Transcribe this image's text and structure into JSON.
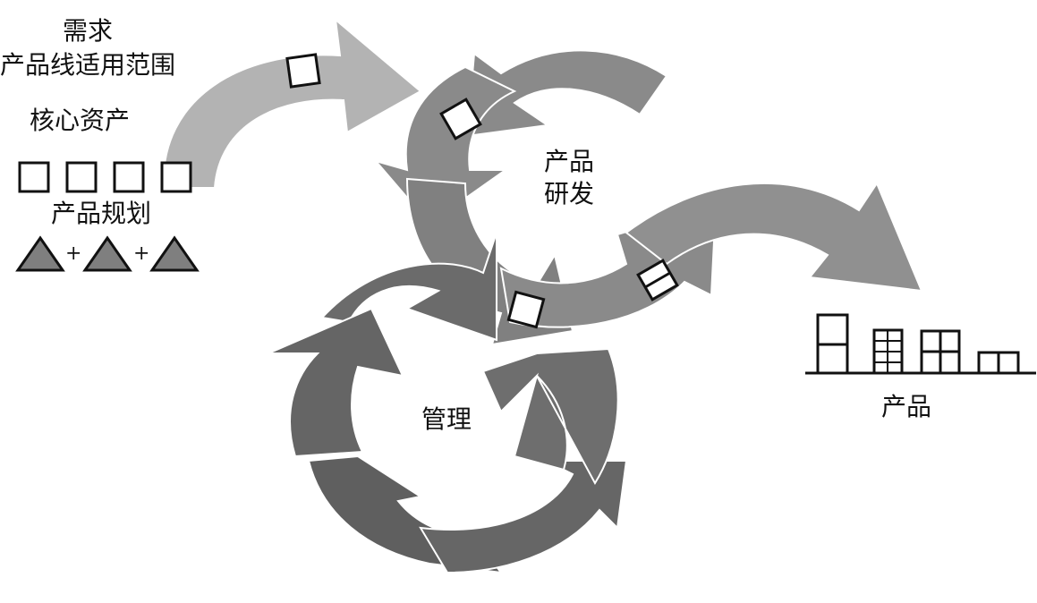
{
  "labels": {
    "demand": "需求",
    "scope": "产品线适用范围",
    "core_assets": "核心资产",
    "product_planning": "产品规划",
    "plus": "+",
    "development_line1": "产品",
    "development_line2": "研发",
    "management": "管理",
    "products": "产品"
  },
  "colors": {
    "input_arrow": "#b3b3b3",
    "development_cycle": "#8a8a8a",
    "management_cycle": "#6b6b6b",
    "output_arrow": "#909090",
    "triangle": "#7f7f7f",
    "box_stroke": "#111111"
  },
  "icons": {
    "asset_square": "square-outline",
    "planning_triangle": "filled-triangle",
    "product_block": "stacked-squares"
  }
}
